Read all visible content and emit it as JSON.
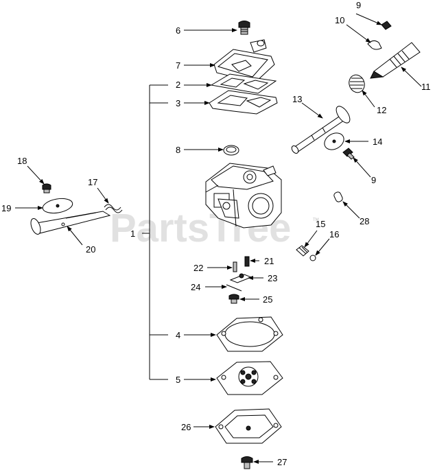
{
  "watermark": {
    "text": "PartsTree",
    "mark": "TM"
  },
  "callouts": {
    "c1": "1",
    "c2": "2",
    "c3": "3",
    "c4": "4",
    "c5": "5",
    "c6": "6",
    "c7": "7",
    "c8": "8",
    "c9a": "9",
    "c9b": "9",
    "c10": "10",
    "c11": "11",
    "c12": "12",
    "c13": "13",
    "c14": "14",
    "c15": "15",
    "c16": "16",
    "c17": "17",
    "c18": "18",
    "c19": "19",
    "c20": "20",
    "c21": "21",
    "c22": "22",
    "c23": "23",
    "c24": "24",
    "c25": "25",
    "c26": "26",
    "c27": "27",
    "c28": "28"
  }
}
